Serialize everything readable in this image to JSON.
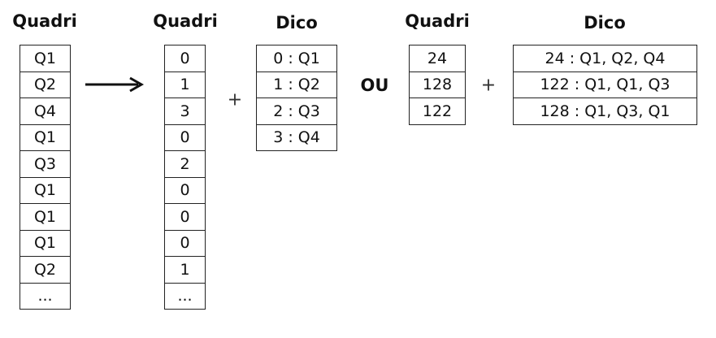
{
  "left": {
    "title": "Quadri",
    "cells": [
      "Q1",
      "Q2",
      "Q4",
      "Q1",
      "Q3",
      "Q1",
      "Q1",
      "Q1",
      "Q2",
      "..."
    ]
  },
  "middle": {
    "quadri_title": "Quadri",
    "quadri_cells": [
      "0",
      "1",
      "3",
      "0",
      "2",
      "0",
      "0",
      "0",
      "1",
      "..."
    ],
    "plus": "+",
    "dico_title": "Dico",
    "dico_cells": [
      "0 : Q1",
      "1 : Q2",
      "2 : Q3",
      "3 : Q4"
    ]
  },
  "separator": "OU",
  "right": {
    "quadri_title": "Quadri",
    "quadri_cells": [
      "24",
      "128",
      "122"
    ],
    "plus": "+",
    "dico_title": "Dico",
    "dico_cells": [
      "24 : Q1, Q2, Q4",
      "122 : Q1, Q1, Q3",
      "128 : Q1, Q3, Q1"
    ]
  }
}
